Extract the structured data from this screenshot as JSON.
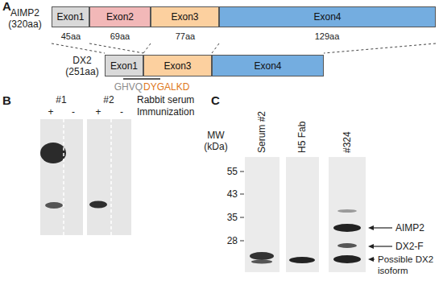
{
  "diagram": {
    "nodes": [
      {
        "text": [
          "Exon1"
        ]
      },
      {
        "text": [
          "Exon2"
        ]
      },
      {
        "text": [
          "Exon3"
        ]
      },
      {
        "text": [
          "Exon4"
        ]
      },
      {
        "text": [
          "Exon1"
        ]
      },
      {
        "text": [
          "Exon3"
        ]
      },
      {
        "text": [
          "Exon4"
        ]
      }
    ],
    "labels": [
      "A",
      "AIMP2 (320aa)",
      "45aa",
      "69aa",
      "77aa",
      "129aa",
      "DX2 (251aa)",
      "GHVQ",
      "DYGALKD",
      "B",
      "#1",
      "#2",
      "Rabbit serum",
      "+",
      "-",
      "+",
      "-",
      "Immunization",
      "C",
      "MW (kDa)",
      "55",
      "43",
      "35",
      "28",
      "Serum #2",
      "H5 Fab",
      "#324",
      "AIMP2",
      "DX2-F",
      "Possible DX2 isoform"
    ]
  }
}
